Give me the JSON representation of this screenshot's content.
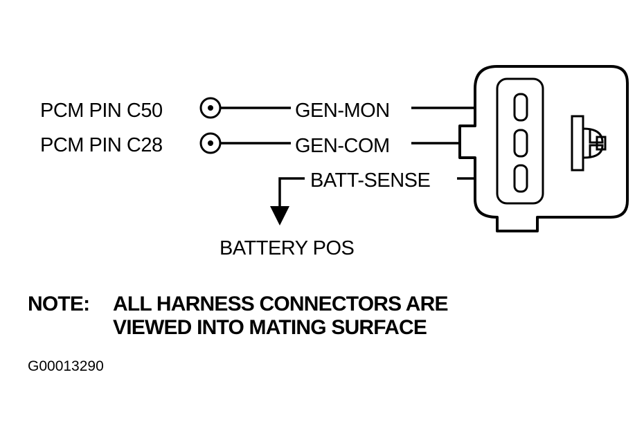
{
  "pins": [
    {
      "pcm_label": "PCM PIN C50",
      "signal": "GEN-MON"
    },
    {
      "pcm_label": "PCM PIN C28",
      "signal": "GEN-COM"
    }
  ],
  "batt_sense_label": "BATT-SENSE",
  "battery_label": "BATTERY POS",
  "note": {
    "prefix": "NOTE:",
    "line1": "ALL HARNESS CONNECTORS ARE",
    "line2": "VIEWED INTO MATING SURFACE"
  },
  "figure_code": "G00013290"
}
